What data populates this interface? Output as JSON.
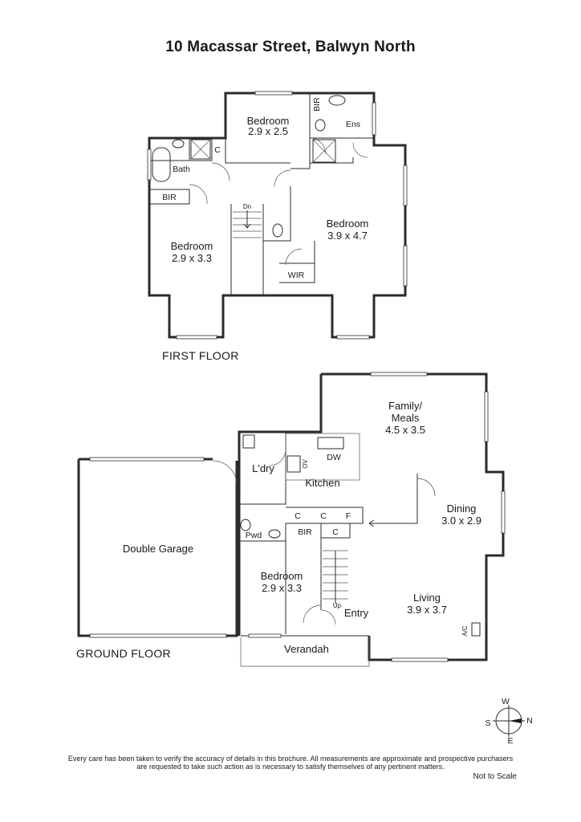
{
  "title": "10 Macassar Street, Balwyn North",
  "first_floor": {
    "label": "FIRST FLOOR",
    "rooms": {
      "bedroom_top": {
        "name": "Bedroom",
        "size": "2.9 x 2.5"
      },
      "bedroom_left": {
        "name": "Bedroom",
        "size": "2.9 x 3.3"
      },
      "bedroom_right": {
        "name": "Bedroom",
        "size": "3.9 x 4.7"
      },
      "bath": "Bath",
      "ens": "Ens",
      "bir_left": "BIR",
      "bir_top": "BIR",
      "cupboard": "C",
      "wir": "WIR",
      "stairs_down": "Dn"
    }
  },
  "ground_floor": {
    "label": "GROUND FLOOR",
    "rooms": {
      "family": {
        "name_line1": "Family/",
        "name_line2": "Meals",
        "size": "4.5 x 3.5"
      },
      "dining": {
        "name": "Dining",
        "size": "3.0 x 2.9"
      },
      "living": {
        "name": "Living",
        "size": "3.9 x 3.7"
      },
      "bedroom": {
        "name": "Bedroom",
        "size": "2.9 x 3.3"
      },
      "garage": "Double Garage",
      "laundry": "L'dry",
      "kitchen": "Kitchen",
      "pwd": "Pwd",
      "bir": "BIR",
      "entry": "Entry",
      "verandah": "Verandah",
      "dw": "DW",
      "ov": "OV",
      "ac": "A/C",
      "c1": "C",
      "c2": "C",
      "c3": "C",
      "f": "F",
      "stairs_up": "Up"
    }
  },
  "compass": {
    "w": "W",
    "n": "N",
    "s": "S",
    "e": "E"
  },
  "disclaimer_line1": "Every care has been taken to verify the accuracy of details in this brochure. All measurements are approximate and prospective purchasers",
  "disclaimer_line2": "are requested to take such action as is necessary to satisfy themselves of any pertinent matters.",
  "not_to_scale": "Not to Scale"
}
